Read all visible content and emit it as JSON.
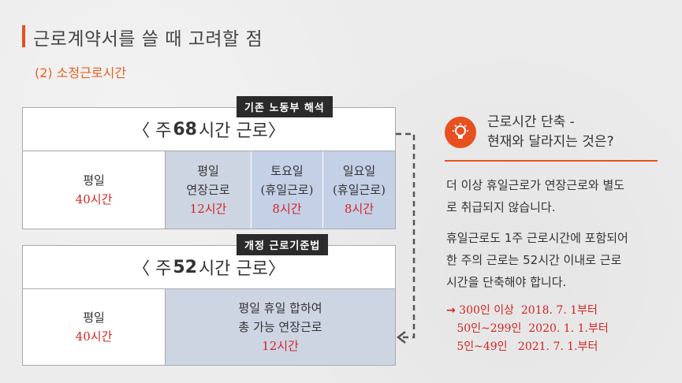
{
  "header": {
    "title": "근로계약서를 쓸 때 고려할 점",
    "subtitle": "(2) 소정근로시간"
  },
  "box1": {
    "tag": "기존 노동부 해석",
    "head_prefix": "〈 주 ",
    "head_num": "68",
    "head_suffix": "시간 근로〉",
    "weekday": {
      "label": "평일",
      "hours": "40시간"
    },
    "ext": {
      "label1": "평일",
      "label2": "연장근로",
      "hours": "12시간"
    },
    "sat": {
      "label1": "토요일",
      "label2": "(휴일근로)",
      "hours": "8시간"
    },
    "sun": {
      "label1": "일요일",
      "label2": "(휴일근로)",
      "hours": "8시간"
    }
  },
  "box2": {
    "tag": "개정 근로기준법",
    "head_prefix": "〈 주 ",
    "head_num": "52",
    "head_suffix": "시간 근로〉",
    "weekday": {
      "label": "평일",
      "hours": "40시간"
    },
    "combined": {
      "line1": "평일 휴일 합하여",
      "line2": "총 가능 연장근로",
      "hours": "12시간"
    }
  },
  "right": {
    "icon": "lightbulb-icon",
    "head_line1": "근로시간 단축 -",
    "head_line2": "현재와 달라지는 것은?",
    "p1_line1": "더 이상 휴일근로가 연장근로와 별도",
    "p1_line2": "로 취급되지 않습니다.",
    "p2_line1": "휴일근로도 1주 근로시간에 포함되어",
    "p2_line2": "한 주의 근로는 52시간 이내로 근로",
    "p2_line3": "시간을 단축해야 합니다.",
    "arrow": "→",
    "date1": " 300인 이상  2018. 7. 1부터",
    "date2": "   50인~299인  2020. 1. 1.부터",
    "date3": "   5인~49인   2021. 7. 1.부터"
  },
  "colors": {
    "accent": "#e8501f",
    "red": "#d42424",
    "shade": "#cdd5e3",
    "tag": "#2b2b2b"
  }
}
